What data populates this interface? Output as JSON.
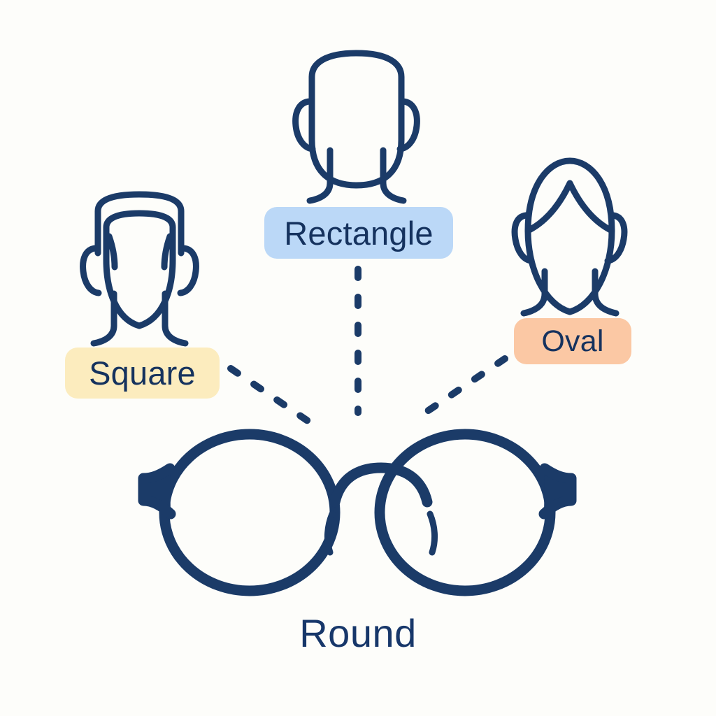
{
  "diagram": {
    "title_caption": "Round",
    "background_color": "#FDFDFA",
    "stroke_color": "#1B3B68",
    "text_color": "#15325E",
    "subject": "eyeglass frame shape to face shape matching chart"
  },
  "faces": [
    {
      "id": "face-square",
      "icon_name": "square-face-icon",
      "label": "Square",
      "badge_color": "#FCECBE",
      "position": "left"
    },
    {
      "id": "face-rectangle",
      "icon_name": "rectangle-face-icon",
      "label": "Rectangle",
      "badge_color": "#BBD8F7",
      "position": "top-center"
    },
    {
      "id": "face-oval",
      "icon_name": "oval-face-icon",
      "label": "Oval",
      "badge_color": "#FBC8A4",
      "position": "right"
    }
  ],
  "product": {
    "icon_name": "round-eyeglasses-icon",
    "label": "Round",
    "color": "#1B3B68"
  },
  "connectors": [
    {
      "id": "connector-square",
      "from": "Square",
      "to": "Round",
      "style": "dashed"
    },
    {
      "id": "connector-rectangle",
      "from": "Rectangle",
      "to": "Round",
      "style": "dashed"
    },
    {
      "id": "connector-oval",
      "from": "Oval",
      "to": "Round",
      "style": "dashed"
    }
  ]
}
